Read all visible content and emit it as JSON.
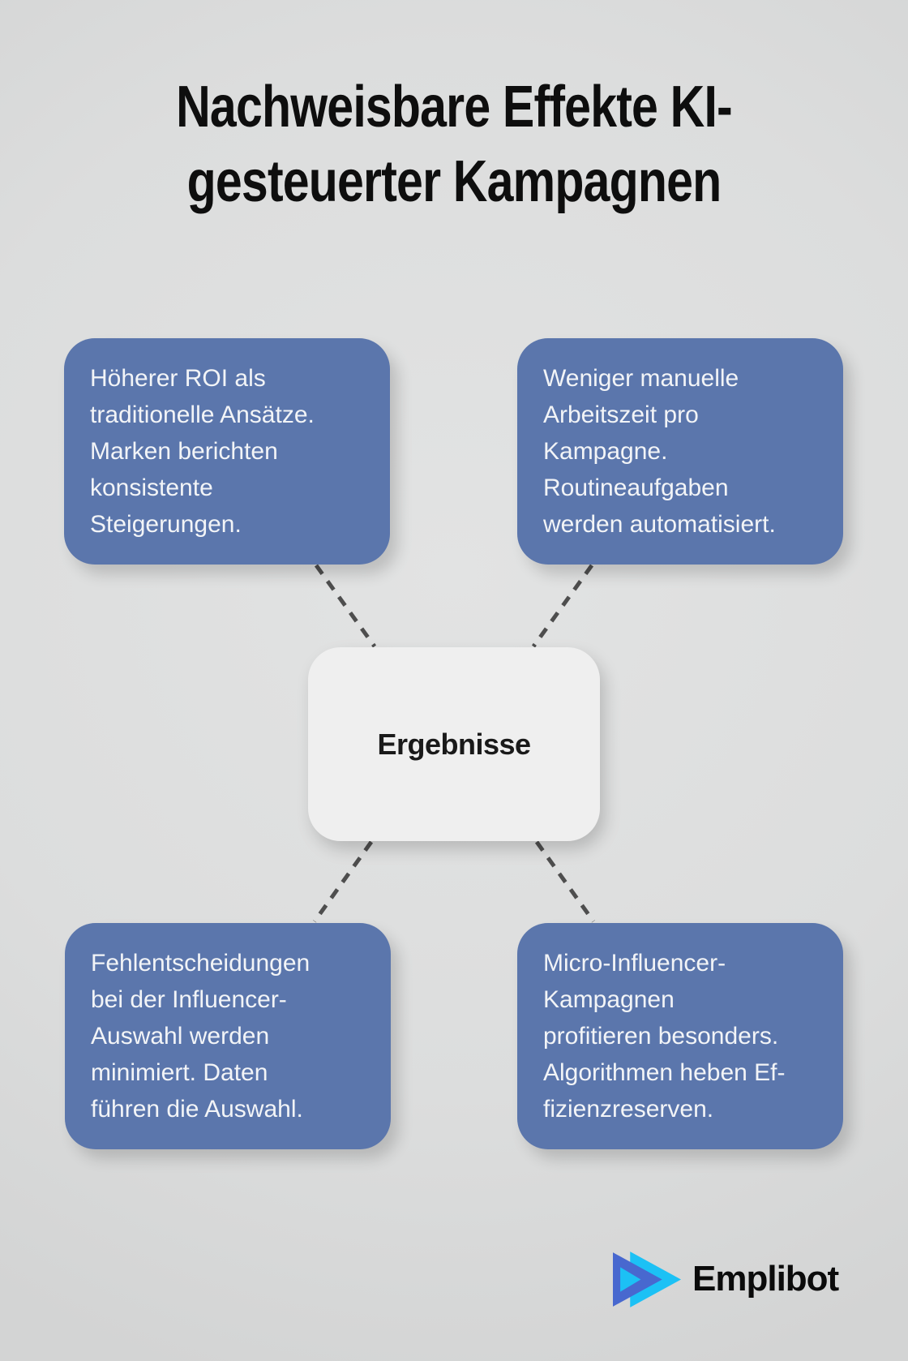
{
  "title": {
    "text": "Nachweisbare Effekte KI-\ngesteuerter Kampagnen"
  },
  "center_node": {
    "label": "Ergebnisse"
  },
  "nodes": {
    "top_left": {
      "text": "Höherer ROI als\ntraditionelle Ansätze.\nMarken berichten\nkonsistente\nSteigerungen."
    },
    "top_right": {
      "text": "Weniger manuelle\nArbeitszeit pro\nKampagne.\nRoutineaufgaben\nwerden automatisiert."
    },
    "bottom_left": {
      "text": "Fehlentscheidungen\nbei der Influencer-\nAuswahl werden\nminimiert. Daten\nführen die Auswahl."
    },
    "bottom_right": {
      "text": "Micro-Influencer-\nKampagnen\nprofitieren besonders.\nAlgorithmen heben Ef-\nfizienzreserven."
    }
  },
  "branding": {
    "logo_text": "Emplibot",
    "logo_icon": "play-triangles-icon"
  },
  "colors": {
    "background": "#DCDDDD",
    "node_fill": "#5B76AC",
    "node_text": "#F2F4F7",
    "center_fill": "#EFEFEF",
    "center_text": "#1A1A1A",
    "connector": "#4E4E4E",
    "title_text": "#0E0E0E",
    "logo_blue": "#4868CF",
    "logo_cyan": "#1CC1F5"
  }
}
